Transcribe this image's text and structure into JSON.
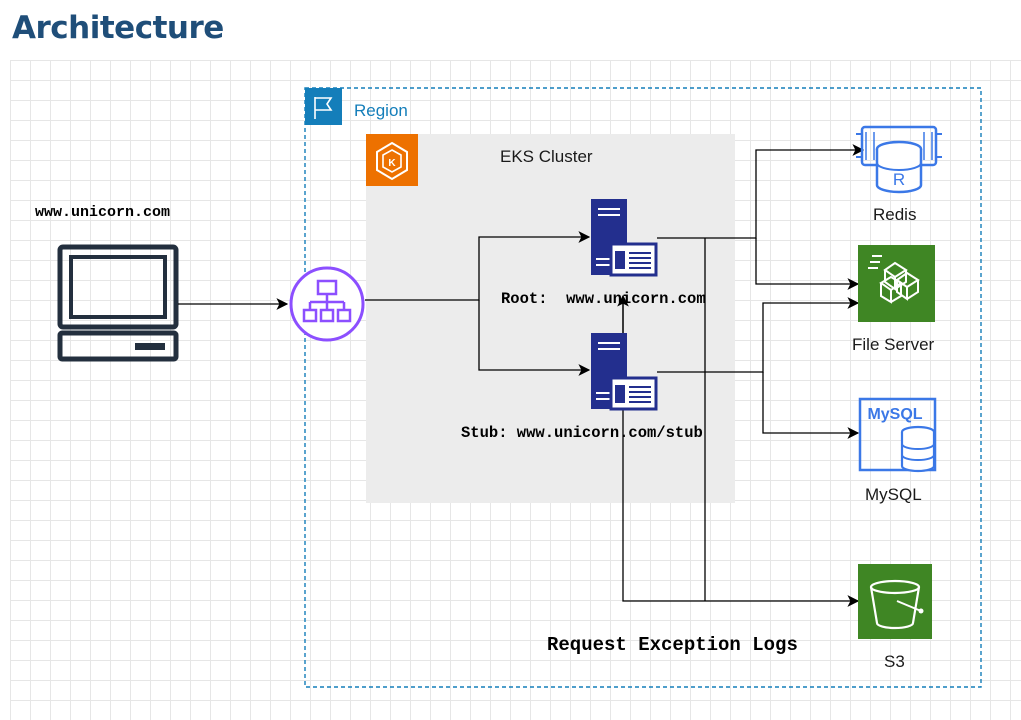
{
  "title": "Architecture",
  "region_label": "Region",
  "cluster_label": "EKS Cluster",
  "client": {
    "url": "www.unicorn.com",
    "icon": "laptop-icon"
  },
  "load_balancer": {
    "icon": "load-balancer-icon"
  },
  "services": {
    "root": "Root:  www.unicorn.com",
    "stub": "Stub: www.unicorn.com/stub"
  },
  "resources": {
    "redis": "Redis",
    "file_server": "File Server",
    "mysql": "MySQL",
    "s3": "S3",
    "mysql_icon_text": "MySQL",
    "redis_icon_text": "R"
  },
  "logs_label": "Request Exception Logs",
  "colors": {
    "title": "#1f4e79",
    "region": "#147eba",
    "cluster_bg": "#ececec",
    "eks": "#ed7100",
    "server": "#232f8e",
    "elb": "#8c4fff",
    "database": "#3b78e7",
    "storage": "#3f8624"
  }
}
